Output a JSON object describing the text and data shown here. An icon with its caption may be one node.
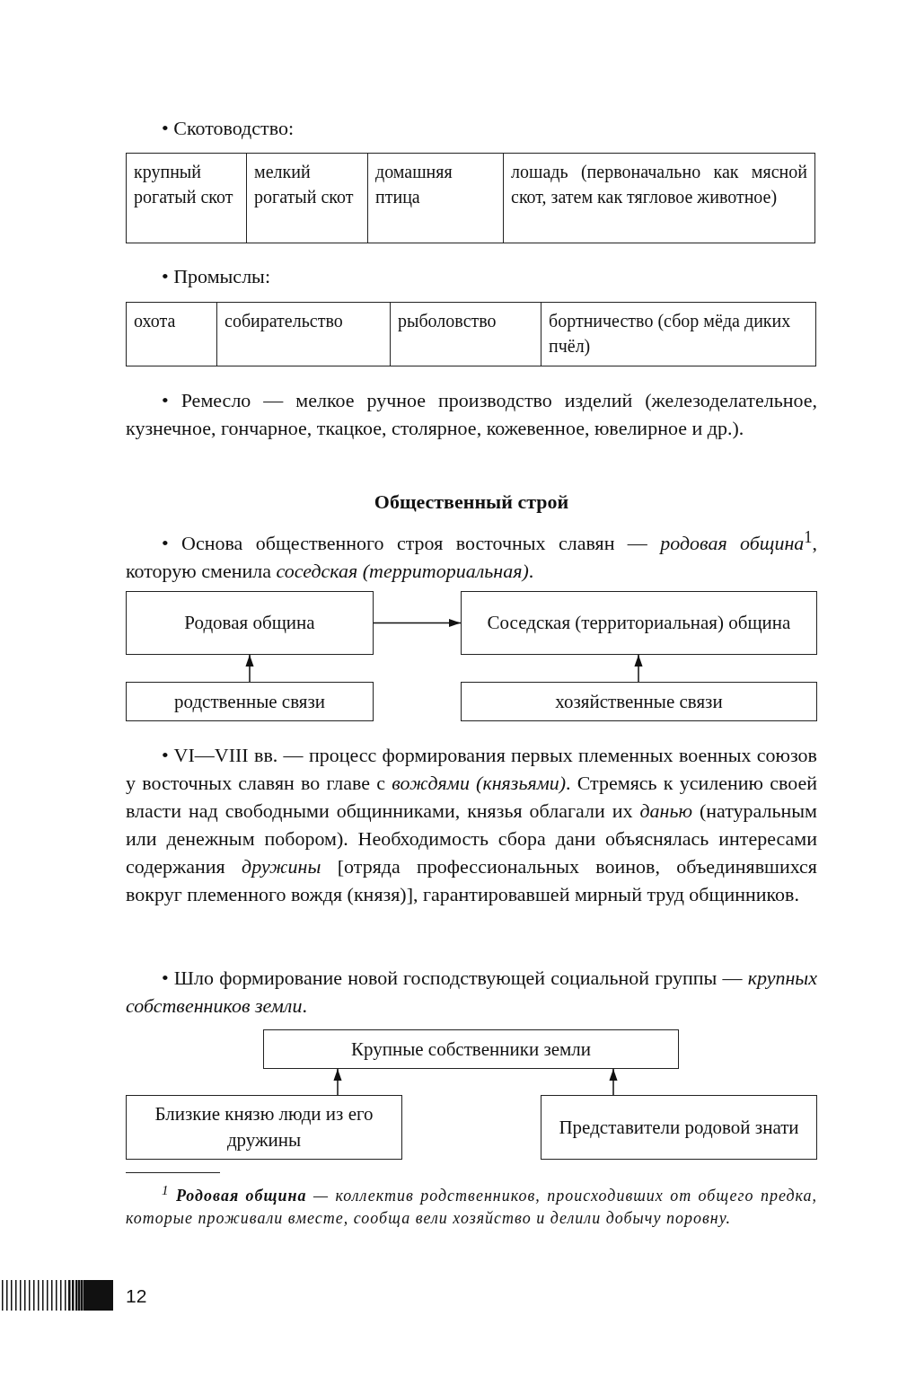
{
  "diagram": {
    "nodes": [
      {
        "text": [
          "Родовая община"
        ]
      },
      {
        "text": [
          "Соседская (территориальная) община"
        ]
      },
      {
        "text": [
          "родственные связи"
        ]
      },
      {
        "text": [
          "хозяйственные связи"
        ]
      },
      {
        "text": [
          "Крупные собственники земли"
        ]
      },
      {
        "text": [
          "Близкие князю люди из его дружины"
        ]
      },
      {
        "text": [
          "Представители родовой знати"
        ]
      }
    ],
    "edges": [
      {
        "from": 0,
        "to": 1,
        "arrow": "to"
      },
      {
        "from": 2,
        "to": 0,
        "arrow": "to"
      },
      {
        "from": 3,
        "to": 1,
        "arrow": "to"
      },
      {
        "from": 5,
        "to": 4,
        "arrow": "to"
      },
      {
        "from": 6,
        "to": 4,
        "arrow": "to"
      }
    ],
    "labels": [
      "• Скотоводство:",
      "крупный рогатый скот",
      "мелкий рогатый скот",
      "домашняя птица",
      "лошадь (первоначально как мясной скот, затем как тягловое животное)",
      "• Промыслы:",
      "охота",
      "собирательство",
      "рыболовство",
      "бортничество (сбор мёда диких пчёл)",
      "• Ремесло — мелкое ручное производство изделий (железоделательное, кузнечное, гончарное, ткацкое, столярное, кожевенное, ювелирное и др.).",
      "Общественный строй",
      "• Основа общественного строя восточных славян — *родовая община*$^{1}$, которую сменила *соседская (территориальная)*.",
      "• VI—VIII вв. — процесс формирования первых племенных военных союзов у восточных славян во главе с *вождями (князьями)*. Стремясь к усилению своей власти над свободными общинниками, князья облагали их *данью* (натуральным или денежным побором). Необходимость сбора дани объяснялась интересами содержания *дружины* [отряда профессиональных воинов, объединявшихся вокруг племенного вождя (князя)], гарантировавшей мирный труд общинников.",
      "• Шло формирование новой господствующей социальной группы — *крупных собственников земли*.",
      "$^{1}$ **Родовая община** — коллектив родственников, происходивших от общего предка, которые проживали вместе, сообща вели хозяйство и делили добычу поровну.",
      "12"
    ]
  }
}
